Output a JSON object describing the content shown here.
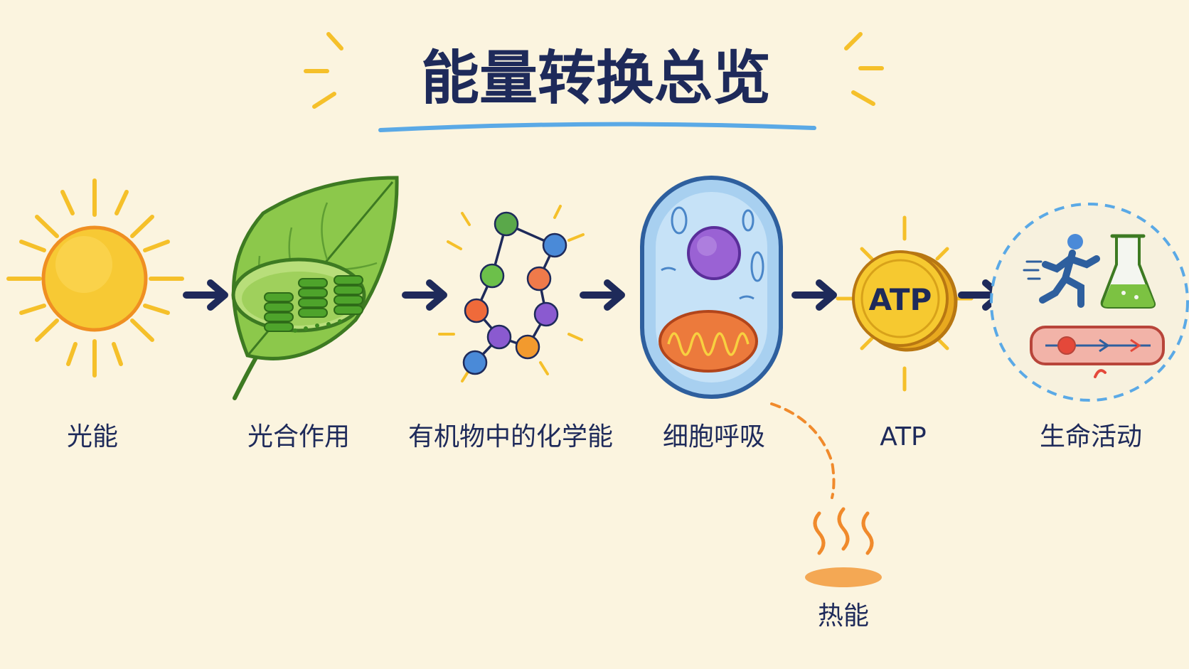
{
  "title": "能量转换总览",
  "steps": [
    {
      "id": "light",
      "label": "光能",
      "icon": "sun-icon"
    },
    {
      "id": "photosynthesis",
      "label": "光合作用",
      "icon": "leaf-chloroplast-icon"
    },
    {
      "id": "chemical",
      "label": "有机物中的化学能",
      "icon": "molecule-icon"
    },
    {
      "id": "respiration",
      "label": "细胞呼吸",
      "icon": "cell-mitochondria-icon"
    },
    {
      "id": "atp",
      "label": "ATP",
      "icon": "atp-coin-icon",
      "coin_text": "ATP"
    },
    {
      "id": "life",
      "label": "生命活动",
      "icon": "life-activity-icon"
    }
  ],
  "heat": {
    "label": "热能",
    "icon": "heat-waves-icon"
  },
  "colors": {
    "background": "#fbf4df",
    "text": "#1e2a5a",
    "arrow": "#1e2a5a",
    "title_underline": "#5aa9e6",
    "sun": "#f5c02a",
    "leaf": "#7cc242",
    "cell": "#9cc8ec",
    "mitochondria": "#e8703a",
    "atp_coin": "#f4c52b",
    "heat": "#f08a2c"
  }
}
